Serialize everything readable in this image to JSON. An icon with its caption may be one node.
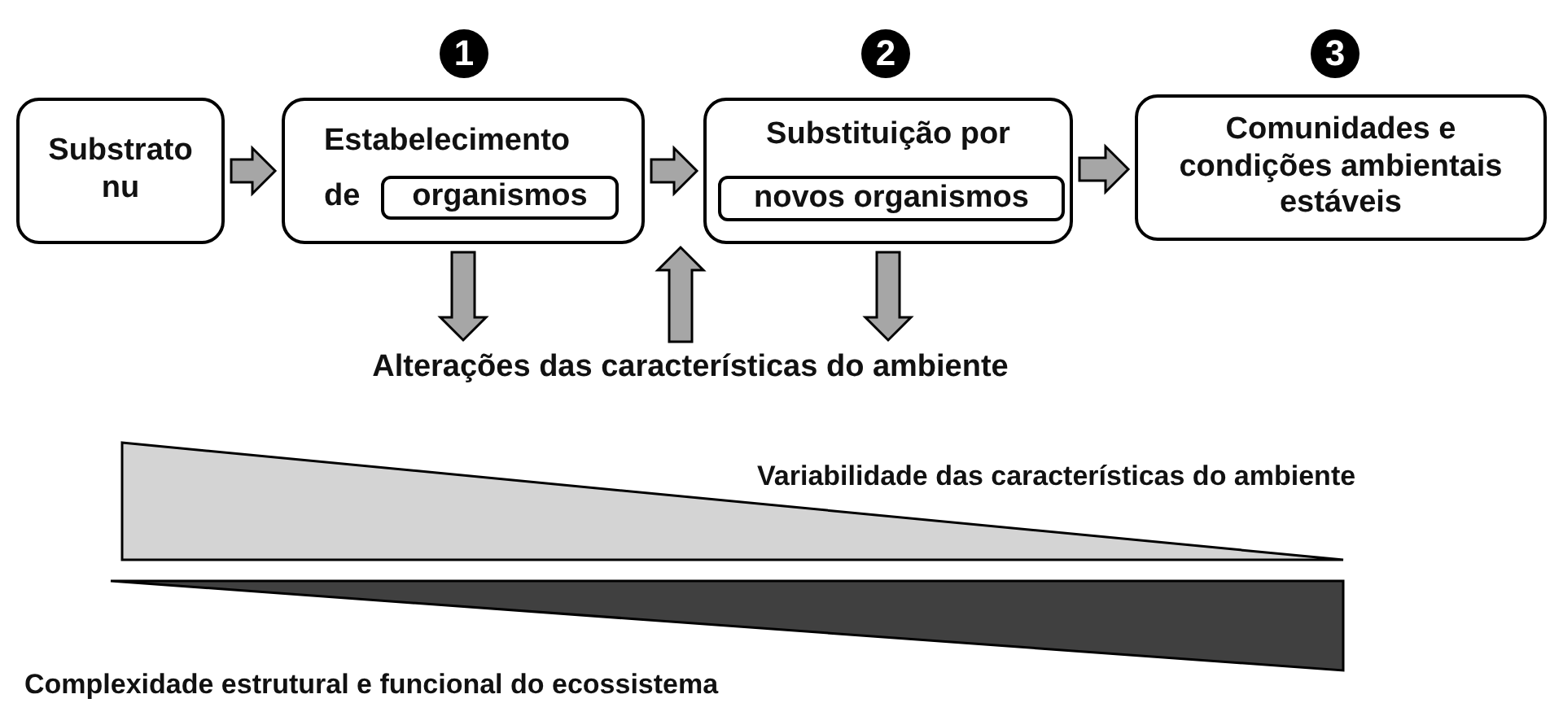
{
  "diagram": {
    "nodes": [
      {
        "text": [
          "Substrato nu"
        ]
      },
      {
        "text": [
          "Estabelecimento de"
        ],
        "beside": [
          "1"
        ]
      },
      {
        "text": [
          "organismos"
        ],
        "in": 1
      },
      {
        "text": [
          "Substituição por"
        ],
        "beside": [
          "2"
        ]
      },
      {
        "text": [
          "novos organismos"
        ],
        "in": 3
      },
      {
        "text": [
          "Comunidades e condições ambientais estáveis"
        ],
        "beside": [
          "3"
        ]
      },
      {
        "text": [
          "Alterações das características do ambiente"
        ]
      }
    ],
    "edges": [
      {
        "from": 0,
        "to": 1,
        "arrow": "to"
      },
      {
        "from": 1,
        "to": 3,
        "arrow": "to"
      },
      {
        "from": 3,
        "to": 5,
        "arrow": "to"
      },
      {
        "from": 1,
        "to": 6,
        "arrow": "to"
      },
      {
        "from": 6,
        "to": null,
        "arrow": "to"
      },
      {
        "from": 3,
        "to": 6,
        "arrow": "to"
      }
    ],
    "labels": [
      "Variabilidade das características do ambiente",
      "Complexidade estrutural e funcional do ecossistema"
    ]
  }
}
